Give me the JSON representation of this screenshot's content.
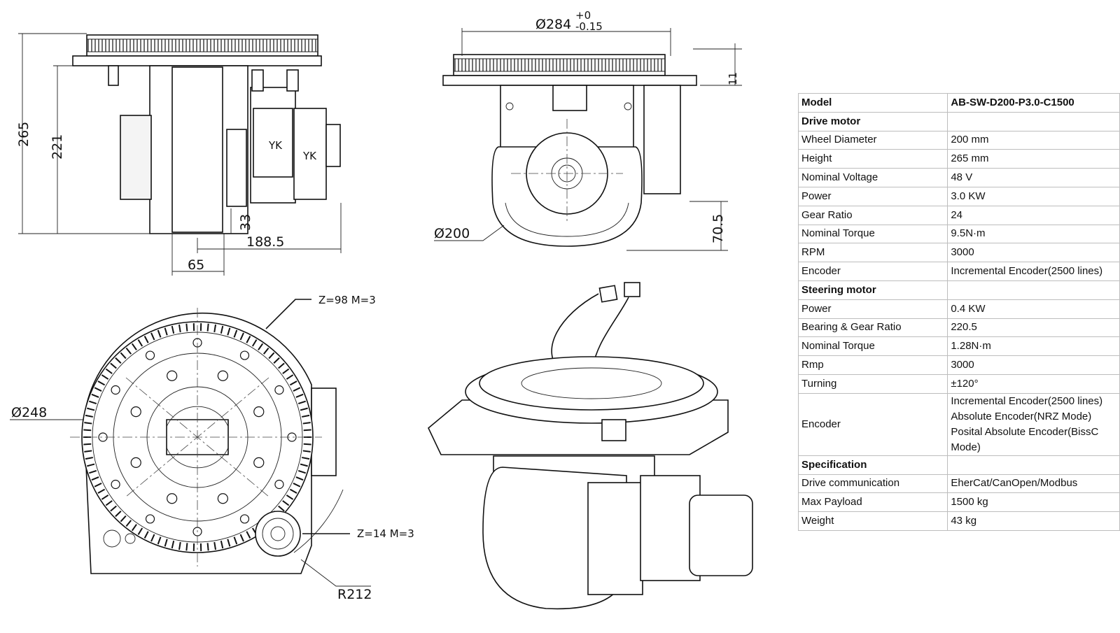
{
  "drawing": {
    "side_view": {
      "height_total": "265",
      "height_221": "221",
      "dim_33": "33",
      "dim_188_5": "188.5",
      "dim_65": "65",
      "label_yk_1": "YK",
      "label_yk_2": "YK"
    },
    "front_view": {
      "diameter_top": "Ø284",
      "tol_upper": "+0",
      "tol_lower": "-0.15",
      "wheel_diameter": "Ø200",
      "dim_70_5": "70.5",
      "dim_11": "11"
    },
    "top_view": {
      "gear_large": "Z=98  M=3",
      "outer_diameter": "Ø248",
      "gear_small": "Z=14  M=3",
      "radius": "R212"
    }
  },
  "table": {
    "header": {
      "label": "Model",
      "value": "AB-SW-D200-P3.0-C1500"
    },
    "drive_motor": {
      "title": "Drive motor",
      "rows": [
        {
          "label": "Wheel Diameter",
          "value": "200 mm"
        },
        {
          "label": "Height",
          "value": "265 mm"
        },
        {
          "label": "Nominal Voltage",
          "value": "48 V"
        },
        {
          "label": "Power",
          "value": "3.0 KW"
        },
        {
          "label": "Gear Ratio",
          "value": "24"
        },
        {
          "label": "Nominal Torque",
          "value": "9.5N·m"
        },
        {
          "label": "RPM",
          "value": "3000"
        },
        {
          "label": "Encoder",
          "value": "Incremental Encoder(2500 lines)"
        }
      ]
    },
    "steering_motor": {
      "title": "Steering motor",
      "rows": [
        {
          "label": "Power",
          "value": "0.4 KW"
        },
        {
          "label": "Bearing & Gear Ratio",
          "value": "220.5"
        },
        {
          "label": "Nominal Torque",
          "value": "1.28N·m"
        },
        {
          "label": "Rmp",
          "value": "3000"
        },
        {
          "label": "Turning",
          "value": "±120°"
        }
      ],
      "encoder": {
        "label": "Encoder",
        "lines": [
          "Incremental Encoder(2500 lines)",
          "Absolute Encoder(NRZ Mode)",
          "Posital Absolute Encoder(BissC",
          "Mode)"
        ]
      }
    },
    "specification": {
      "title": "Specification",
      "rows": [
        {
          "label": "Drive communication",
          "value": "EherCat/CanOpen/Modbus"
        },
        {
          "label": "Max Payload",
          "value": "1500 kg"
        },
        {
          "label": "Weight",
          "value": "43 kg"
        }
      ]
    }
  }
}
